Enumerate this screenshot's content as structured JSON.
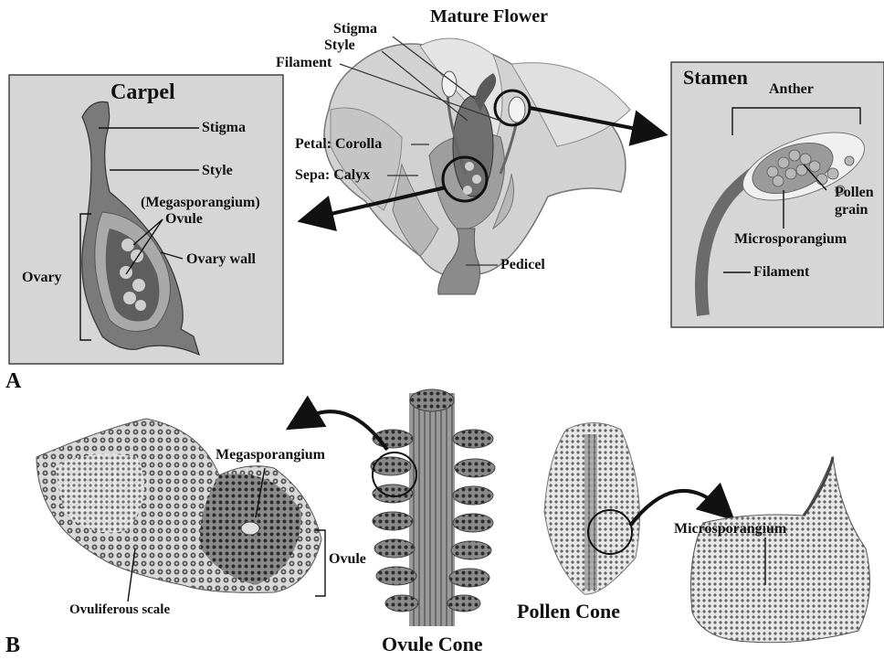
{
  "panel_a": {
    "letter": "A",
    "flower": {
      "title": "Mature Flower",
      "stigma": "Stigma",
      "style": "Style",
      "filament": "Filament",
      "petal": "Petal: Corolla",
      "sepal": "Sepa: Calyx",
      "pedicel": "Pedicel"
    },
    "carpel": {
      "title": "Carpel",
      "stigma": "Stigma",
      "style": "Style",
      "megasporangium": "(Megasporangium)",
      "ovule": "Ovule",
      "ovary_wall": "Ovary wall",
      "ovary": "Ovary"
    },
    "stamen": {
      "title": "Stamen",
      "anther": "Anther",
      "pollen_1": "Pollen",
      "pollen_2": "grain",
      "microsporangium": "Microsporangium",
      "filament": "Filament"
    }
  },
  "panel_b": {
    "letter": "B",
    "megasporangium": "Megasporangium",
    "ovule": "Ovule",
    "ovuliferous_scale": "Ovuliferous scale",
    "ovule_cone": "Ovule Cone",
    "pollen_cone": "Pollen Cone",
    "microsporangium": "Microsporangium"
  }
}
